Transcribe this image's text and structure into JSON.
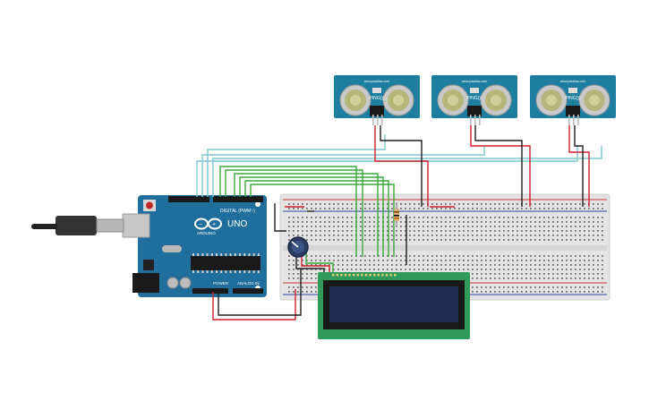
{
  "arduino": {
    "brand": "ARDUINO",
    "model": "UNO",
    "digital_label": "DIGITAL (PWM~)",
    "power_label": "POWER",
    "analog_label": "ANALOG IN"
  },
  "sensors": [
    {
      "label": "PING))) ",
      "header": "www.parallax.com"
    },
    {
      "label": "PING))) ",
      "header": "www.parallax.com"
    },
    {
      "label": "PING))) ",
      "header": "www.parallax.com"
    }
  ],
  "colors": {
    "arduino_board": "#1f6e9c",
    "sensor_board": "#1e7ea0",
    "lcd_pcb": "#2f9a5a",
    "lcd_screen": "#1e2b50",
    "wire_red": "#d0202a",
    "wire_black": "#202020",
    "wire_green": "#3aa83a",
    "wire_cyan": "#7ec8d0"
  }
}
